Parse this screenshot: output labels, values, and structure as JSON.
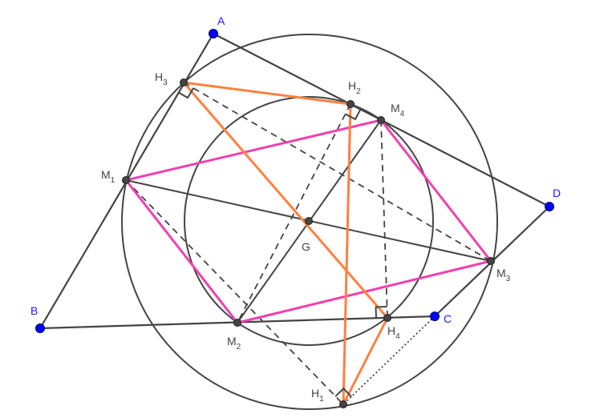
{
  "colors": {
    "line": "#444444",
    "pink": "#f040b0",
    "orange": "#ff8040",
    "free_point": "#0000ff",
    "label_blue": "#1a1aff"
  },
  "labels": {
    "A": {
      "base": "A",
      "sub": ""
    },
    "B": {
      "base": "B",
      "sub": ""
    },
    "C": {
      "base": "C",
      "sub": ""
    },
    "D": {
      "base": "D",
      "sub": ""
    },
    "G": {
      "base": "G",
      "sub": ""
    },
    "H1": {
      "base": "H",
      "sub": "1"
    },
    "H2": {
      "base": "H",
      "sub": "2"
    },
    "H3": {
      "base": "H",
      "sub": "3"
    },
    "H4": {
      "base": "H",
      "sub": "4"
    },
    "M1": {
      "base": "M",
      "sub": "1"
    },
    "M2": {
      "base": "M",
      "sub": "2"
    },
    "M3": {
      "base": "M",
      "sub": "3"
    },
    "M4": {
      "base": "M",
      "sub": "4"
    }
  }
}
